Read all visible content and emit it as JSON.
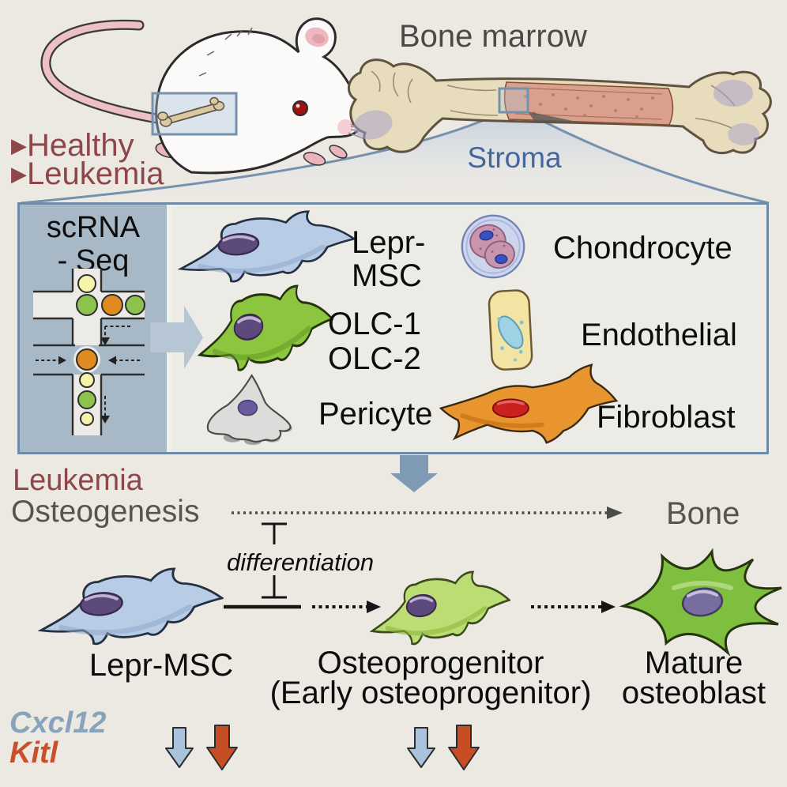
{
  "top": {
    "bone_marrow_label": "Bone marrow",
    "bullet": "▶",
    "condition_healthy": "Healthy",
    "condition_leukemia": "Leukemia",
    "stroma_label": "Stroma"
  },
  "stroma_panel": {
    "scrna_line1": "scRNA",
    "scrna_line2": "- Seq",
    "cell_types": {
      "lepr_msc_line1": "Lepr-",
      "lepr_msc_line2": "MSC",
      "olc1": "OLC-1",
      "olc2": "OLC-2",
      "pericyte": "Pericyte",
      "chondrocyte": "Chondrocyte",
      "endothelial": "Endothelial",
      "fibroblast": "Fibroblast"
    }
  },
  "pathway": {
    "leukemia_label": "Leukemia",
    "osteogenesis_label": "Osteogenesis",
    "bone_label": "Bone",
    "differentiation_label": "differentiation",
    "lepr_msc_label": "Lepr-MSC",
    "osteoprogenitor_label": "Osteoprogenitor",
    "osteoprogenitor_sub_label": "(Early osteoprogenitor)",
    "mature_osteoblast_line1": "Mature",
    "mature_osteoblast_line2": "osteoblast"
  },
  "genes": {
    "cxcl12_label": "Cxcl12",
    "kitl_label": "Kitl"
  },
  "colors": {
    "background": "#ece9e3",
    "dark_red_text": "#8e4749",
    "stroma_blue_text": "#44679c",
    "gray_text": "#55544e",
    "box_border": "#6f8aa6",
    "panel_blue": "#a7b8c7",
    "msc_blue": "#b9cce6",
    "olc_green": "#8cc63f",
    "osteoprogenitor_green": "#bcdc74",
    "osteoblast_green": "#7fbf3f",
    "pericyte_gray": "#dcdcda",
    "fibroblast_orange": "#e8952f",
    "down_arrow_blue": "#a9c3dc",
    "down_arrow_red": "#c64e22",
    "funnel_blue": "#c2cedc"
  }
}
